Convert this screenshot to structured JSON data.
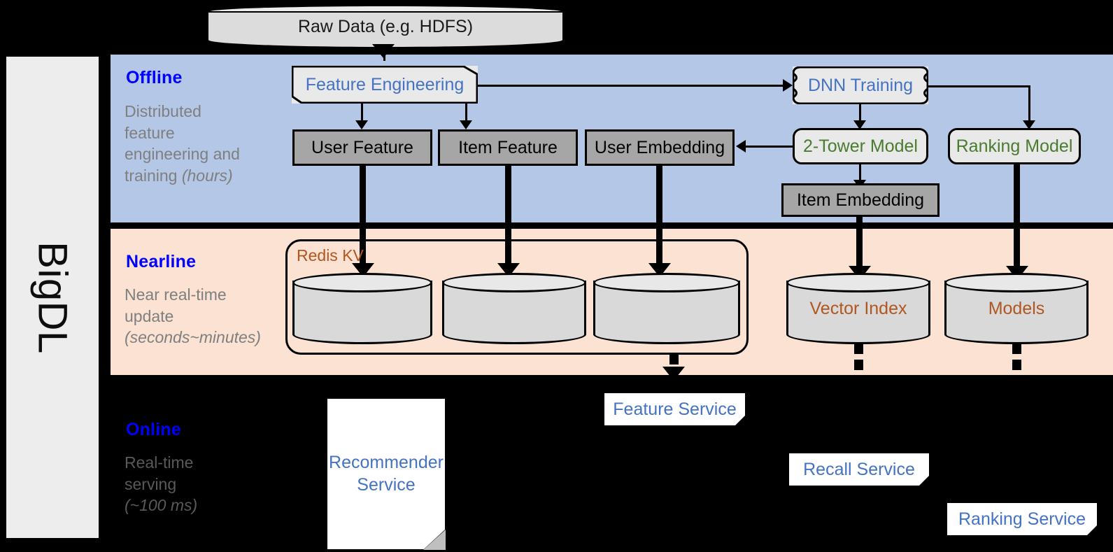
{
  "framework": {
    "name": "BigDL"
  },
  "source": {
    "label": "Raw Data (e.g. HDFS)"
  },
  "bands": {
    "offline": {
      "title": "Offline",
      "subtitle_line1": "Distributed",
      "subtitle_line2": "feature",
      "subtitle_line3": "engineering and",
      "subtitle_line4": "training ",
      "subtitle_italic": "(hours)"
    },
    "nearline": {
      "title": "Nearline",
      "subtitle_line1": "Near real-time",
      "subtitle_line2": "update",
      "subtitle_italic": "(seconds~minutes)"
    },
    "online": {
      "title": "Online",
      "subtitle_line1": "Real-time",
      "subtitle_line2": "serving",
      "subtitle_italic": "(~100 ms)"
    }
  },
  "offline_nodes": {
    "feature_engineering": "Feature Engineering",
    "dnn_training": "DNN Training",
    "user_feature": "User Feature",
    "item_feature": "Item Feature",
    "user_embedding": "User Embedding",
    "two_tower_model": "2-Tower Model",
    "ranking_model": "Ranking Model",
    "item_embedding": "Item Embedding"
  },
  "nearline_nodes": {
    "redis_kv": "Redis KV",
    "store_1": "",
    "store_2": "",
    "store_3": "",
    "vector_index": "Vector Index",
    "models": "Models"
  },
  "online_nodes": {
    "recommender_service_line1": "Recommender",
    "recommender_service_line2": "Service",
    "feature_service": "Feature Service",
    "recall_service": "Recall Service",
    "ranking_service": "Ranking Service"
  },
  "colors": {
    "offline_band": "#B4C7E7",
    "nearline_band": "#FBE2D2",
    "online_band": "#000000",
    "band_title": "#0000FF",
    "blue_text": "#4472C4",
    "green_text": "#4A7C2F",
    "brown_text": "#B1561F",
    "gray_node": "#A6A6A6",
    "light_node": "#E9E9E9"
  }
}
